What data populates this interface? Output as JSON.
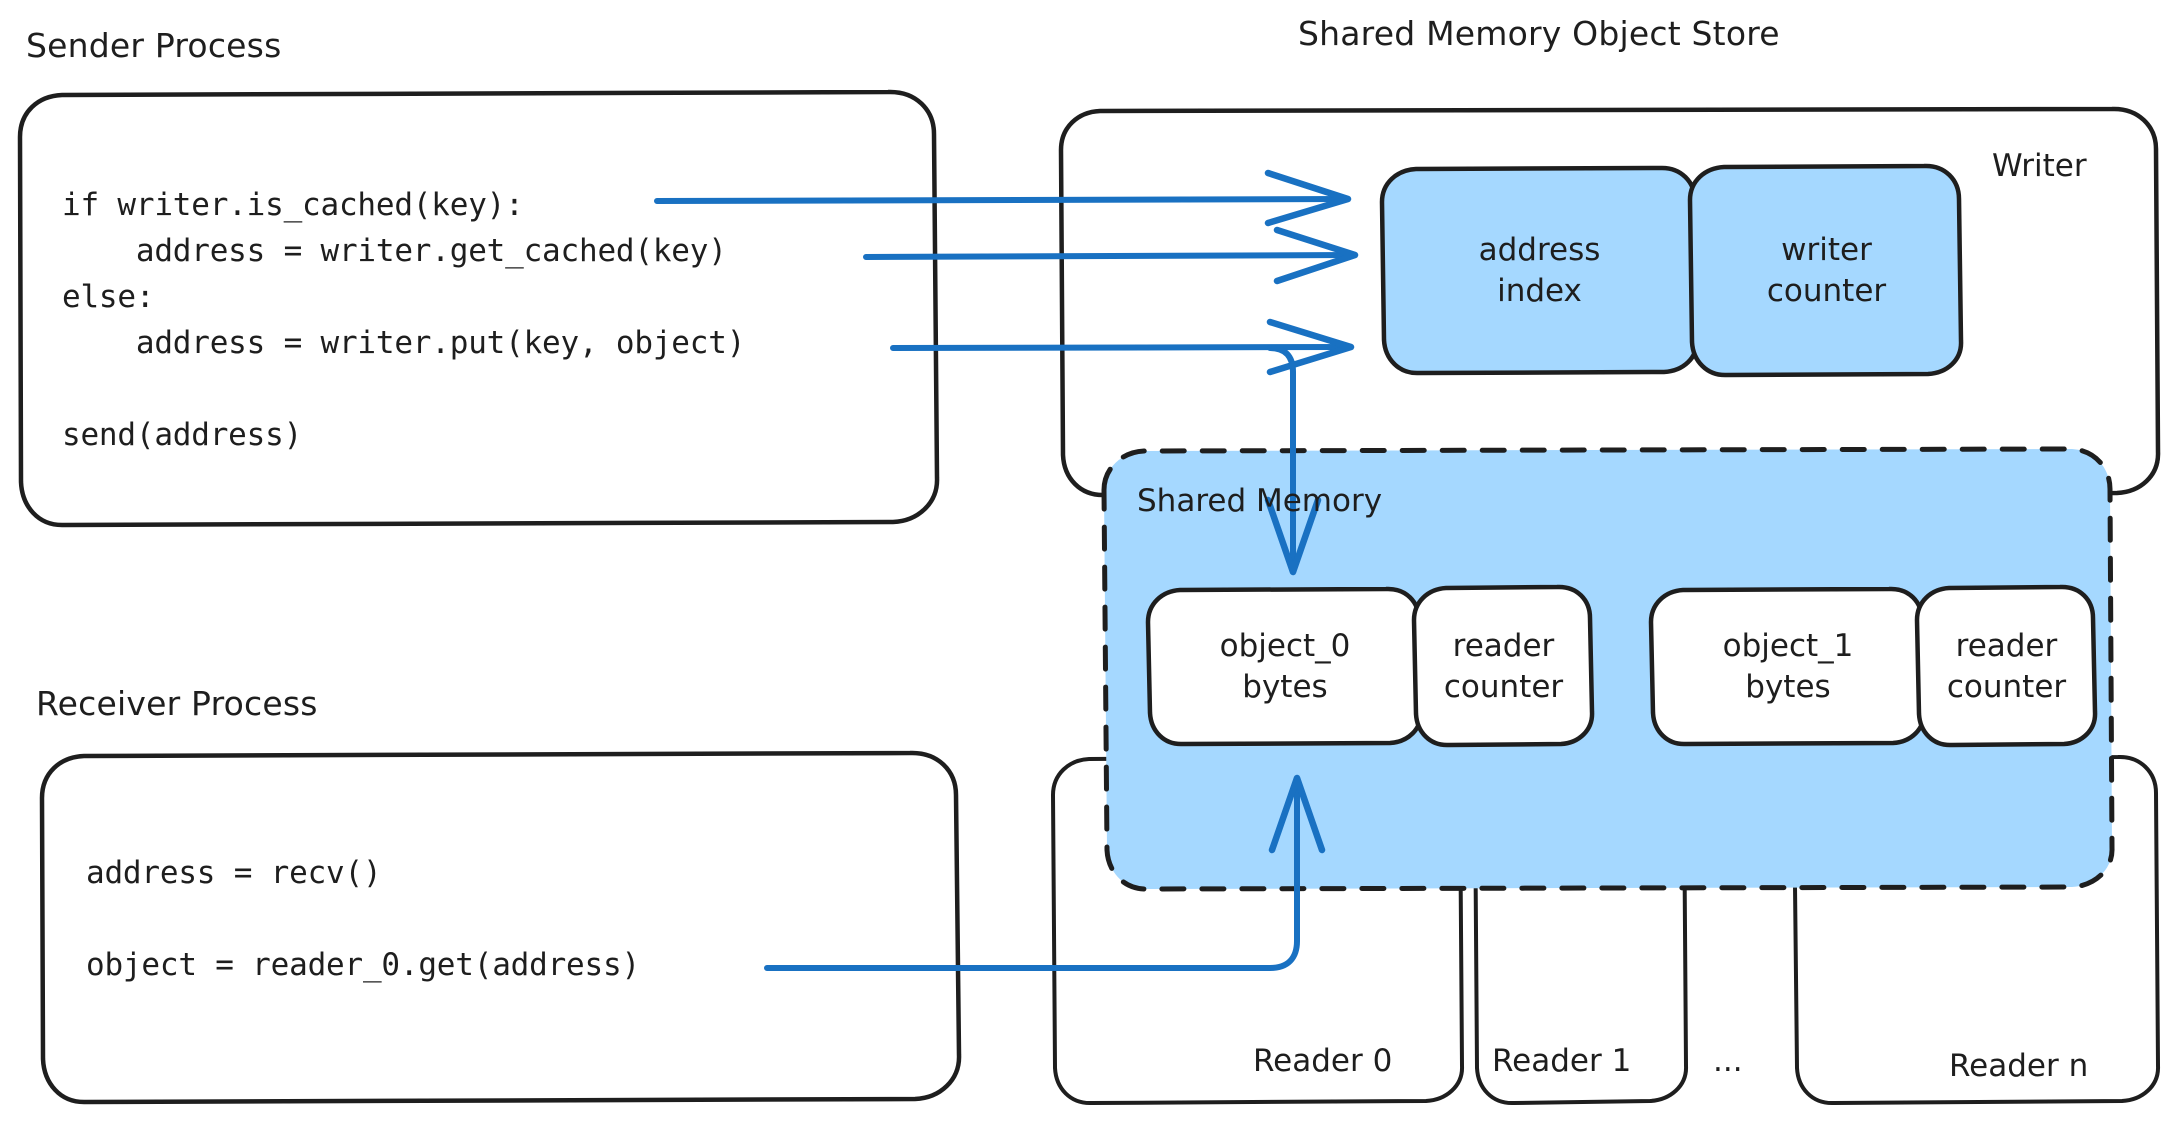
{
  "diagram": {
    "title_left": "Sender Process",
    "title_right": "Shared Memory Object Store",
    "title_receiver": "Receiver Process"
  },
  "sender": {
    "label": "Sender Process",
    "code_lines": [
      "if writer.is_cached(key):",
      "    address = writer.get_cached(key)",
      "else:",
      "    address = writer.put(key, object)",
      "",
      "send(address)"
    ],
    "code_text": "if writer.is_cached(key):\n    address = writer.get_cached(key)\nelse:\n    address = writer.put(key, object)\n\nsend(address)"
  },
  "receiver": {
    "label": "Receiver Process",
    "code_lines": [
      "address = recv()",
      "",
      "object = reader_0.get(address)"
    ],
    "code_text": "address = recv()\n\nobject = reader_0.get(address)"
  },
  "store": {
    "label": "Shared Memory Object Store",
    "writer": {
      "label": "Writer",
      "address_index": "address\nindex",
      "writer_counter": "writer\ncounter"
    },
    "shared_memory": {
      "label": "Shared Memory",
      "slots": [
        {
          "object": "object_0\nbytes",
          "counter": "reader\ncounter"
        },
        {
          "object": "object_1\nbytes",
          "counter": "reader\ncounter"
        }
      ]
    },
    "readers": [
      {
        "label": "Reader 0"
      },
      {
        "label": "Reader 1"
      },
      {
        "label": "..."
      },
      {
        "label": "Reader n"
      }
    ]
  },
  "colors": {
    "stroke": "#1e1e1e",
    "fill_blue": "#a5d8ff",
    "arrow_blue": "#1971c2",
    "background": "#ffffff"
  }
}
